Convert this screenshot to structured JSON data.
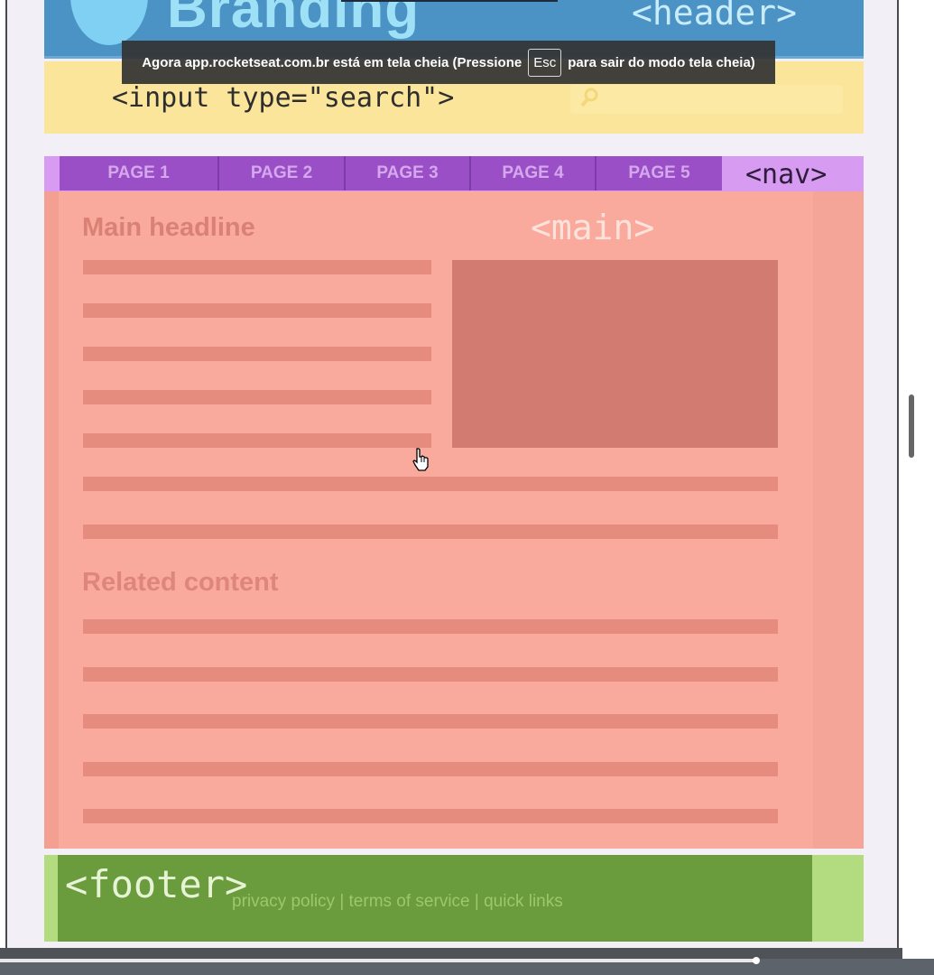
{
  "header": {
    "branding": "Branding",
    "tag": "<header>"
  },
  "search": {
    "code": "<input type=\"search\">"
  },
  "toast": {
    "before": "Agora app.rocketseat.com.br está em tela cheia (Pressione",
    "key": "Esc",
    "after": "para sair do modo tela cheia)"
  },
  "nav": {
    "tabs": [
      "PAGE 1",
      "PAGE 2",
      "PAGE 3",
      "PAGE 4",
      "PAGE 5"
    ],
    "tag": "<nav>"
  },
  "main": {
    "headline": "Main headline",
    "tag": "<main>",
    "related": "Related content"
  },
  "footer": {
    "tag": "<footer>",
    "links": "privacy policy | terms of service | quick links"
  },
  "video": {
    "progress": 0.81
  },
  "colors": {
    "header": "#4b92c5",
    "search": "#fae59b",
    "nav": "#d89bf2",
    "main": "#f5a498",
    "footer": "#6a9b3c"
  }
}
